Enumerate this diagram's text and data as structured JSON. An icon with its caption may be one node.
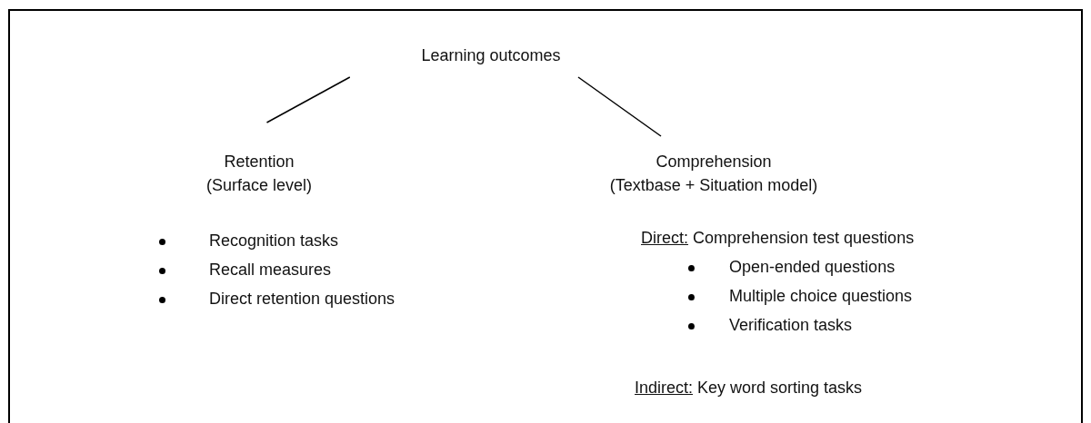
{
  "diagram": {
    "nodes": [
      {
        "text": [
          "Learning outcomes"
        ]
      },
      {
        "text": [
          "Retention",
          "(Surface level)"
        ]
      },
      {
        "text": [
          "Comprehension",
          "(Textbase + Situation model)"
        ]
      }
    ],
    "edges": [
      {
        "from": 0,
        "to": 1,
        "arrow": "none"
      },
      {
        "from": 0,
        "to": 2,
        "arrow": "none"
      }
    ],
    "labels": [
      "Recognition tasks",
      "Recall measures",
      "Direct retention questions",
      "Direct:",
      "Comprehension test questions",
      "Open-ended questions",
      "Multiple choice questions",
      "Verification tasks",
      "Indirect:",
      "Key word sorting tasks"
    ]
  }
}
